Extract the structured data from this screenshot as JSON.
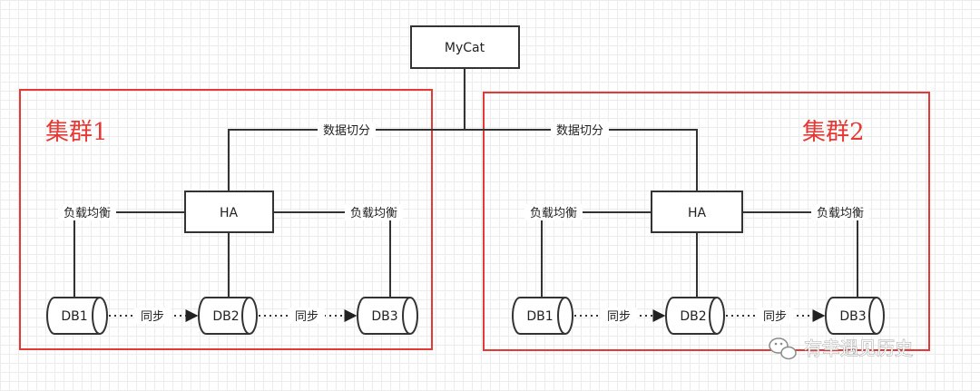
{
  "top_node": "MyCat",
  "split_label": "数据切分",
  "clusters": [
    {
      "title": "集群1",
      "ha": "HA",
      "lb_left": "负载均衡",
      "lb_right": "负载均衡",
      "dbs": [
        "DB1",
        "DB2",
        "DB3"
      ],
      "sync": [
        "同步",
        "同步"
      ]
    },
    {
      "title": "集群2",
      "ha": "HA",
      "lb_left": "负载均衡",
      "lb_right": "负载均衡",
      "dbs": [
        "DB1",
        "DB2",
        "DB3"
      ],
      "sync": [
        "同步",
        "同步"
      ]
    }
  ],
  "watermark": "有幸遇见历史",
  "colors": {
    "cluster_border": "#e53935",
    "line": "#333333"
  }
}
